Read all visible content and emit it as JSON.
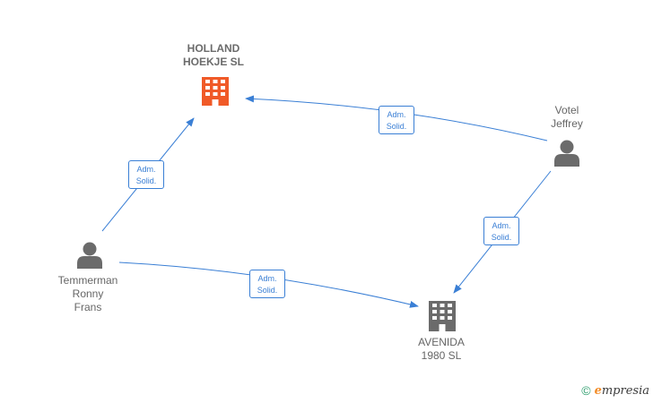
{
  "nodes": {
    "holland": {
      "lines": [
        "HOLLAND",
        "HOEKJE  SL"
      ],
      "type": "company",
      "color": "#f05a28"
    },
    "avenida": {
      "lines": [
        "AVENIDA",
        "1980  SL"
      ],
      "type": "company",
      "color": "#6b6b6b"
    },
    "votel": {
      "lines": [
        "Votel",
        "Jeffrey"
      ],
      "type": "person",
      "color": "#6b6b6b"
    },
    "temmerman": {
      "lines": [
        "Temmerman",
        "Ronny",
        "Frans"
      ],
      "type": "person",
      "color": "#6b6b6b"
    }
  },
  "edges": [
    {
      "from": "temmerman",
      "to": "holland",
      "label": [
        "Adm.",
        "Solid."
      ]
    },
    {
      "from": "votel",
      "to": "holland",
      "label": [
        "Adm.",
        "Solid."
      ]
    },
    {
      "from": "votel",
      "to": "avenida",
      "label": [
        "Adm.",
        "Solid."
      ]
    },
    {
      "from": "temmerman",
      "to": "avenida",
      "label": [
        "Adm.",
        "Solid."
      ]
    }
  ],
  "colors": {
    "edge": "#3a7fd5"
  },
  "watermark": {
    "symbol": "©",
    "brand_initial": "e",
    "brand_rest": "mpresia"
  }
}
